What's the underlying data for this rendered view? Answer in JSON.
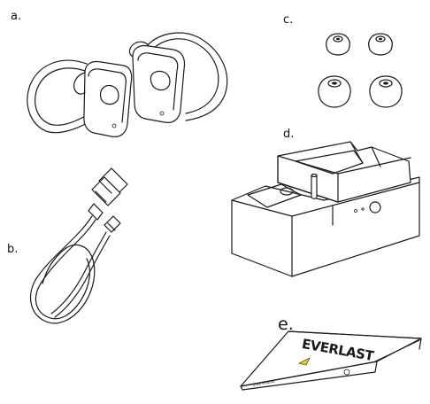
{
  "items": [
    {
      "key": "a",
      "label": "a."
    },
    {
      "key": "b",
      "label": "b."
    },
    {
      "key": "c",
      "label": "c."
    },
    {
      "key": "d",
      "label": "d."
    },
    {
      "key": "e",
      "label": "e."
    }
  ],
  "manual": {
    "brand_text": "EVERLAST",
    "footer_text": "USER MANUAL"
  },
  "colors": {
    "line": "#1a1a1a",
    "background": "#ffffff",
    "logo_accent": "#e8d21a"
  }
}
